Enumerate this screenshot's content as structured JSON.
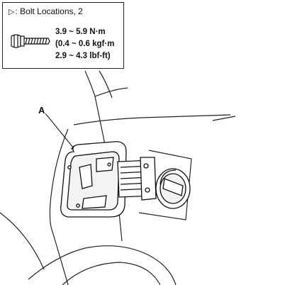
{
  "legend": {
    "marker_symbol": "▷",
    "title": ": Bolt Locations, 2",
    "torque": {
      "newton_meters": "3.9 ~ 5.9 N·m",
      "kgf_meters": "(0.4 ~ 0.6 kgf·m",
      "lbf_feet": "2.9 ~ 4.3 lbf-ft)"
    },
    "bolt_icon": "bolt-icon"
  },
  "diagram": {
    "callout_label": "A",
    "parts": [
      "fuel-filler-door-icon",
      "fuel-filler-cap-icon",
      "body-panel-outline"
    ]
  }
}
